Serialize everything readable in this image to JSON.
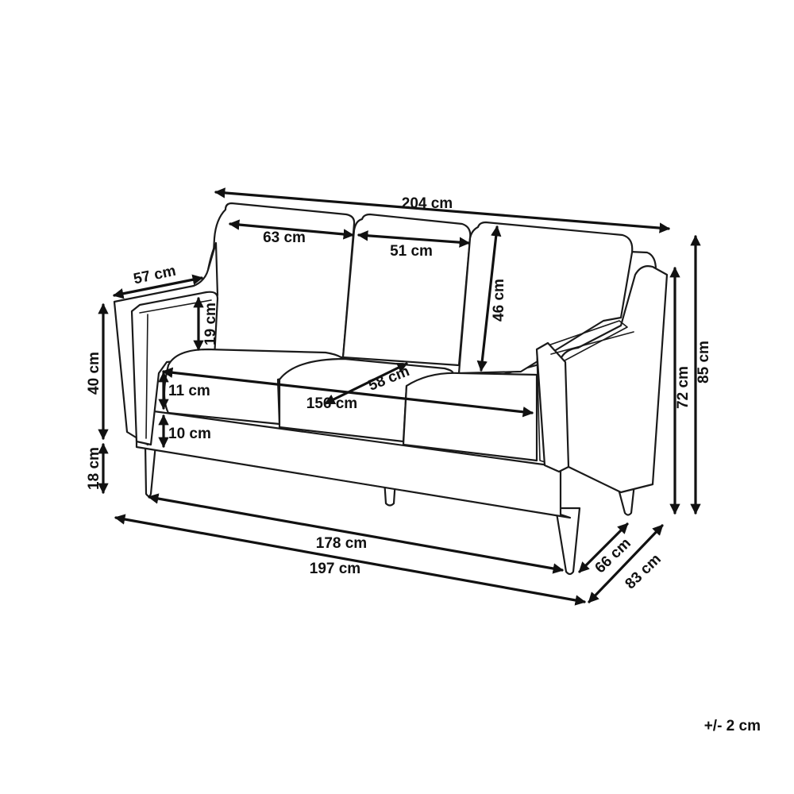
{
  "dimensions": {
    "overall_width": "204 cm",
    "left_back_cushion_width": "63 cm",
    "right_back_cushion_width": "51 cm",
    "armrest_length": "57 cm",
    "back_cushion_height": "46 cm",
    "armrest_above_seat": "19 cm",
    "seat_height": "40 cm",
    "seat_cushion_thickness": "11 cm",
    "seat_depth": "58 cm",
    "seat_width": "156 cm",
    "base_thickness": "10 cm",
    "leg_height": "18 cm",
    "armrest_height": "72 cm",
    "total_height": "85 cm",
    "inner_width": "178 cm",
    "total_width_base": "197 cm",
    "seat_unit_depth": "66 cm",
    "total_depth": "83 cm"
  },
  "tolerance": "+/- 2 cm",
  "colors": {
    "line": "#1a1a1a",
    "background": "#ffffff"
  }
}
